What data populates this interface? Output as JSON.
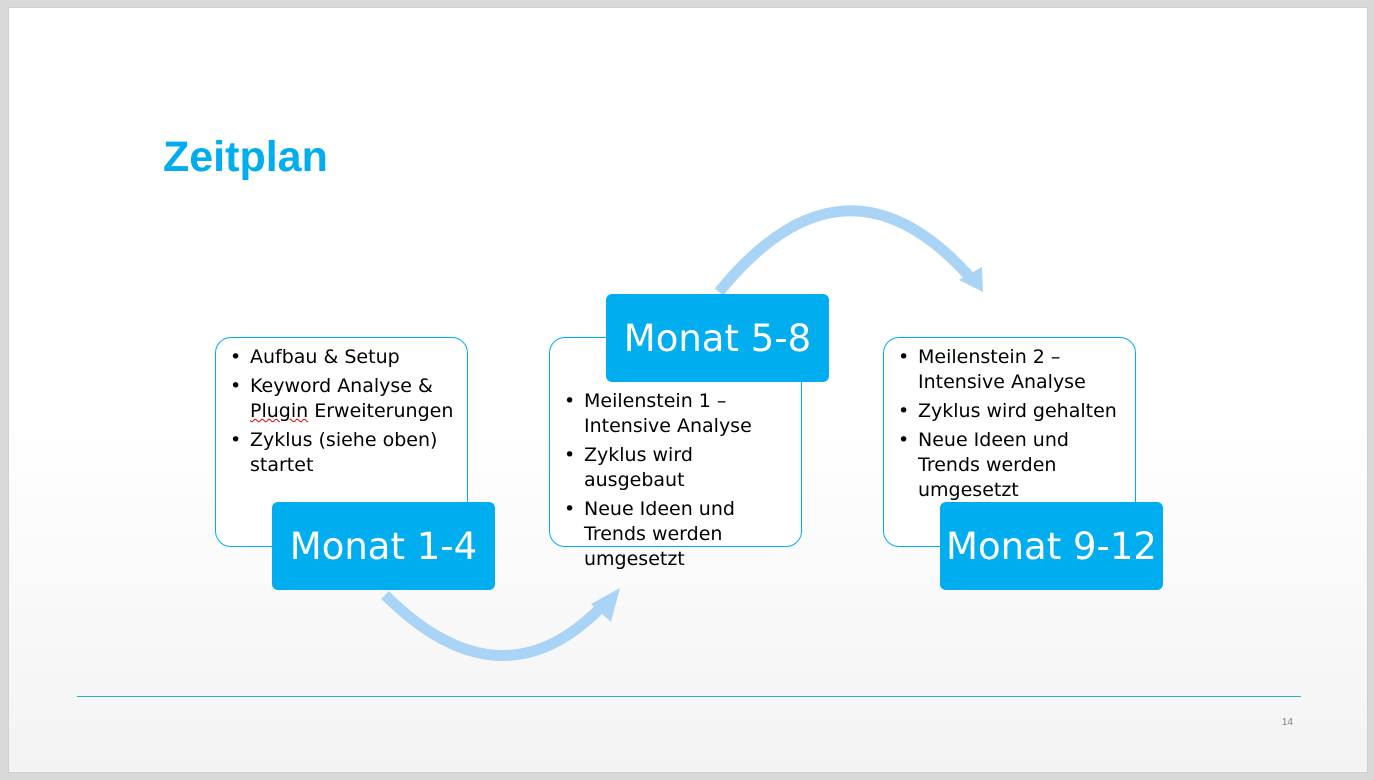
{
  "slide": {
    "title": "Zeitplan",
    "page_number": "14",
    "colors": {
      "accent": "#00aeef",
      "arrow": "#a9d4f5",
      "footer_line": "#2ab3c6",
      "text": "#000000"
    }
  },
  "phases": [
    {
      "label": "Monat 1-4",
      "items": [
        {
          "text": "Aufbau & Setup"
        },
        {
          "text": "Keyword Analyse &",
          "spellcheck_word": "Plugin",
          "rest": " Erweiterungen"
        },
        {
          "text": "Zyklus (siehe oben) startet"
        }
      ]
    },
    {
      "label": "Monat 5-8",
      "items": [
        {
          "text": "Meilenstein 1 – Intensive Analyse"
        },
        {
          "text": "Zyklus wird ausgebaut"
        },
        {
          "text": "Neue Ideen und Trends werden umgesetzt"
        }
      ]
    },
    {
      "label": "Monat 9-12",
      "items": [
        {
          "text": "Meilenstein 2 – Intensive Analyse"
        },
        {
          "text": "Zyklus wird gehalten"
        },
        {
          "text": "Neue Ideen und Trends werden umgesetzt"
        }
      ]
    }
  ],
  "bullet_glyph": "•",
  "icons": {
    "arrow_1": "curved-arrow-up-right-icon",
    "arrow_2": "curved-arrow-down-right-icon"
  }
}
